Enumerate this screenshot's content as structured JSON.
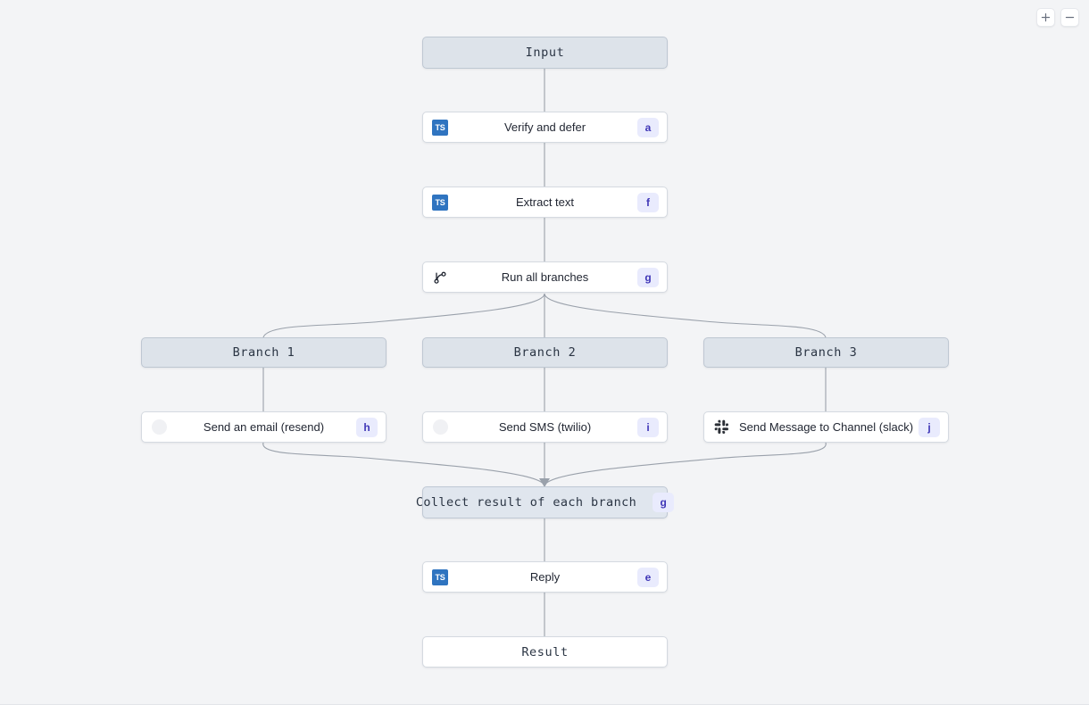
{
  "canvas": {
    "background": "#f3f4f6",
    "accent_badge_bg": "#e9ebfd",
    "accent_badge_fg": "#4037b7",
    "boundary_node_bg": "#dde3ea",
    "edge_color": "#9aa1ab"
  },
  "zoom_controls": {
    "zoom_in": {
      "name": "plus-icon",
      "label": "+"
    },
    "zoom_out": {
      "name": "minus-icon",
      "label": "−"
    }
  },
  "flow": {
    "nodes": [
      {
        "id": "input",
        "title": "Input",
        "kind": "boundary",
        "icon": "none",
        "badge": ""
      },
      {
        "id": "verify",
        "title": "Verify and defer",
        "kind": "step",
        "icon": "typescript",
        "badge": "a"
      },
      {
        "id": "extract",
        "title": "Extract text",
        "kind": "step",
        "icon": "typescript",
        "badge": "f"
      },
      {
        "id": "runall",
        "title": "Run all branches",
        "kind": "step",
        "icon": "git-branch",
        "badge": "g"
      },
      {
        "id": "branch1",
        "title": "Branch 1",
        "kind": "boundary",
        "icon": "none",
        "badge": ""
      },
      {
        "id": "branch2",
        "title": "Branch 2",
        "kind": "boundary",
        "icon": "none",
        "badge": ""
      },
      {
        "id": "branch3",
        "title": "Branch 3",
        "kind": "boundary",
        "icon": "none",
        "badge": ""
      },
      {
        "id": "email",
        "title": "Send an email (resend)",
        "kind": "step",
        "icon": "placeholder",
        "badge": "h"
      },
      {
        "id": "sms",
        "title": "Send SMS (twilio)",
        "kind": "step",
        "icon": "placeholder",
        "badge": "i"
      },
      {
        "id": "slack",
        "title": "Send Message to Channel (slack)",
        "kind": "step",
        "icon": "slack",
        "badge": "j"
      },
      {
        "id": "collect",
        "title": "Collect result of each branch",
        "kind": "collect",
        "icon": "none",
        "badge": "g"
      },
      {
        "id": "reply",
        "title": "Reply",
        "kind": "step",
        "icon": "typescript",
        "badge": "e"
      },
      {
        "id": "result",
        "title": "Result",
        "kind": "boundary-plain",
        "icon": "none",
        "badge": ""
      }
    ],
    "icon_labels": {
      "typescript": "TS"
    }
  }
}
